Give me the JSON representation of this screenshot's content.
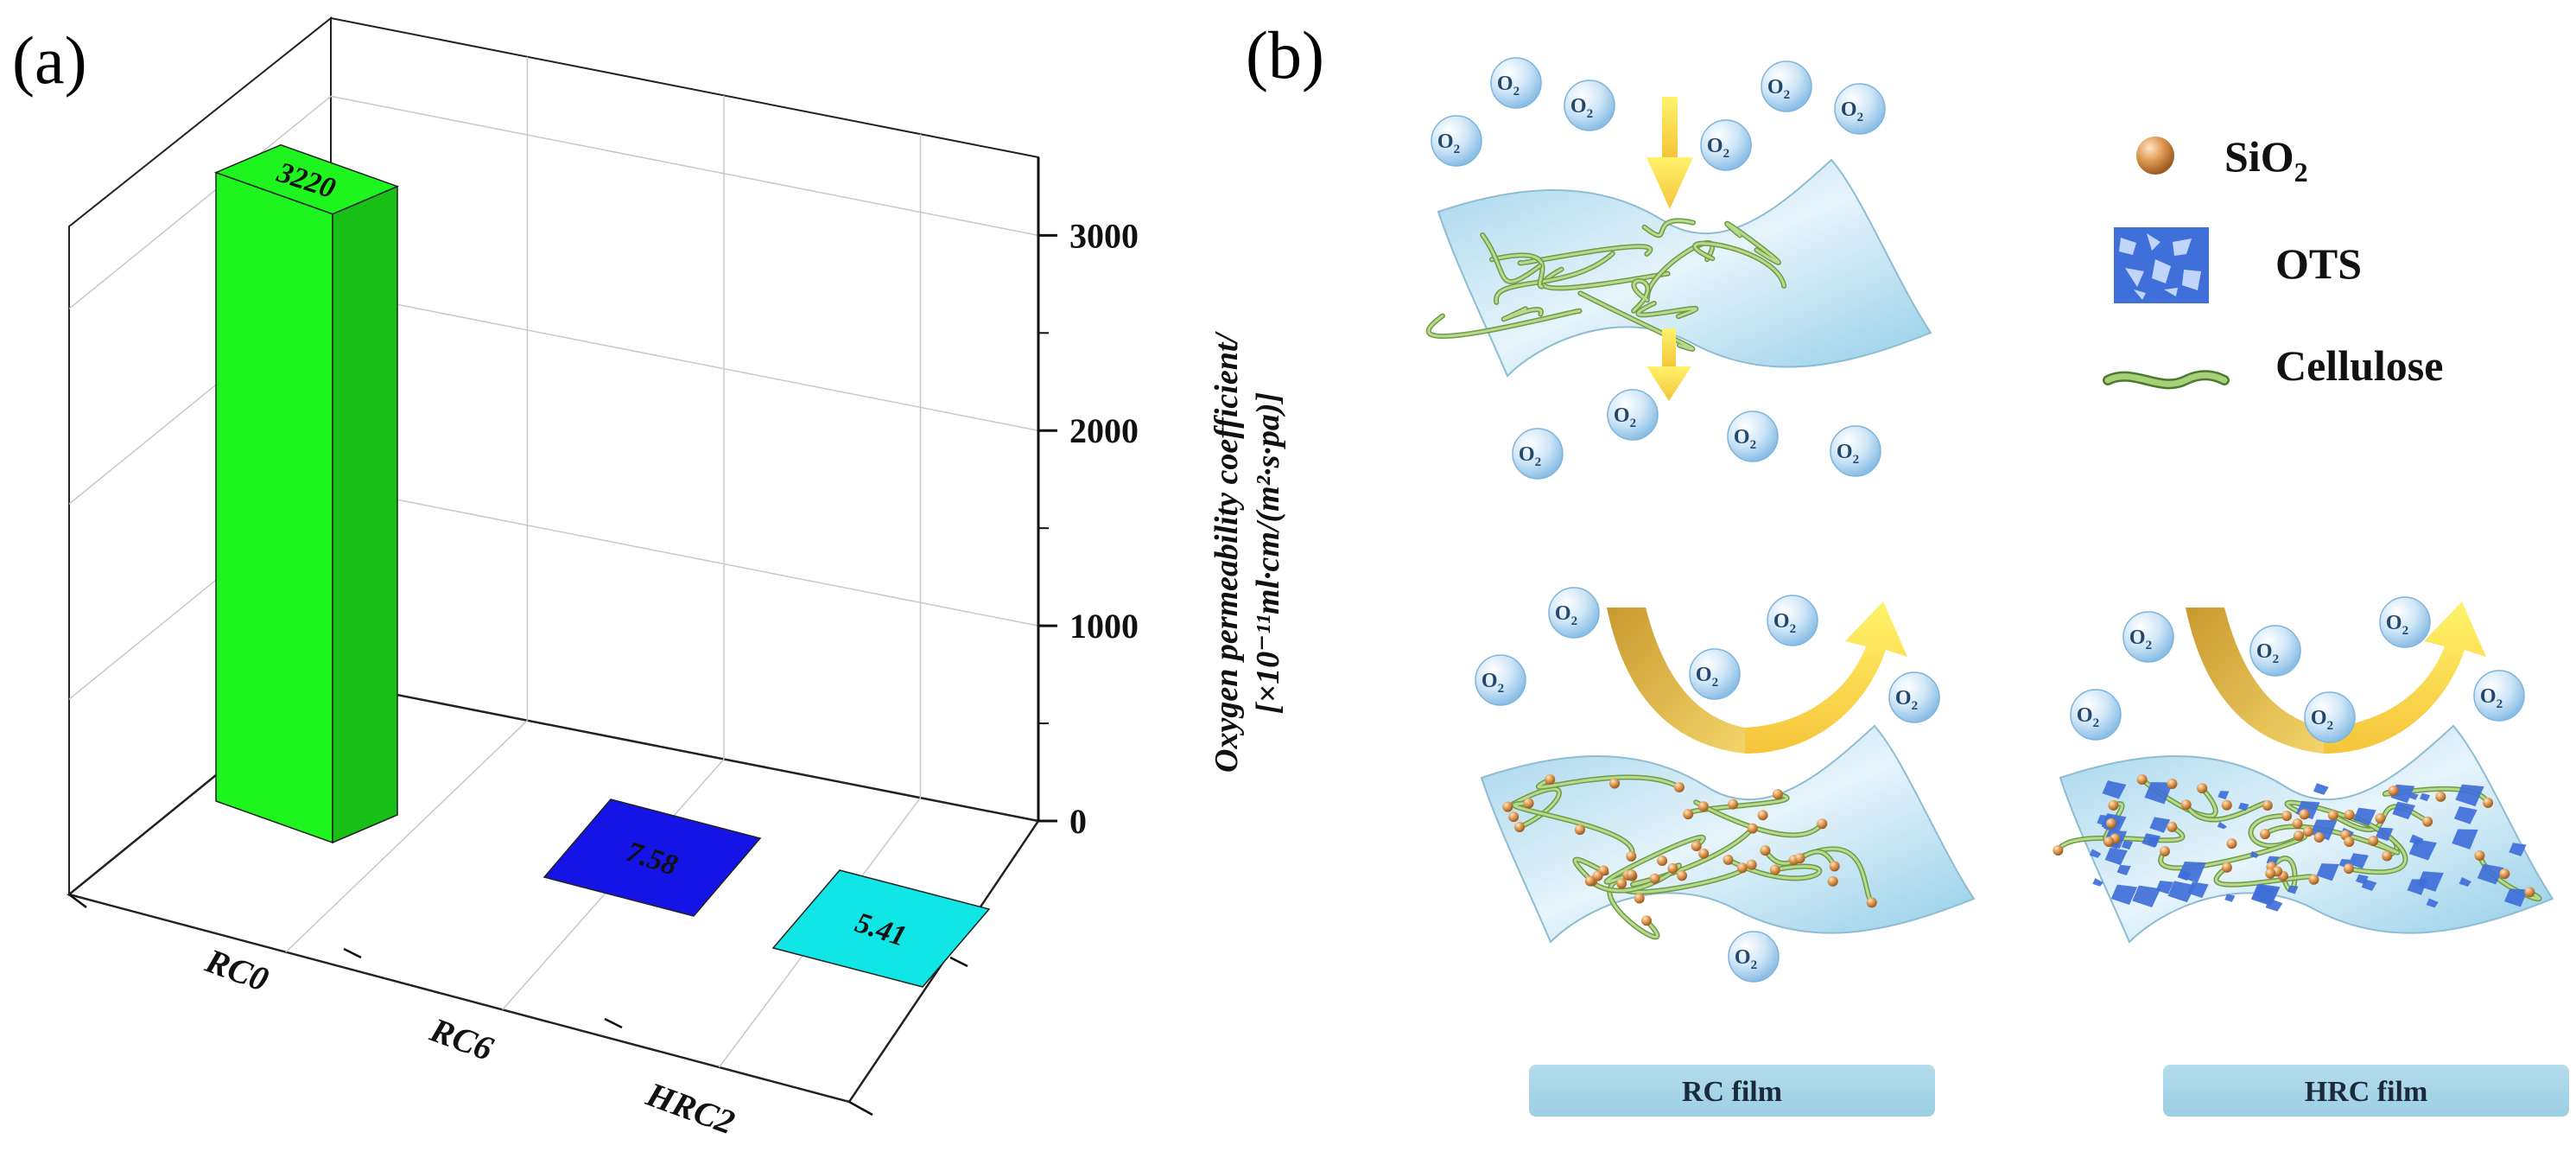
{
  "panels": {
    "a": "(a)",
    "b": "(b)"
  },
  "chart_data": {
    "type": "bar",
    "categories": [
      "RC0",
      "RC6",
      "HRC2"
    ],
    "values": [
      3220,
      7.58,
      5.41
    ],
    "value_labels": [
      "3220",
      "7.58",
      "5.41"
    ],
    "ylabel_line1": "Oxygen permeability coefficient/",
    "ylabel_line2": "[×10⁻¹¹ml·cm/(m²·s·pa)]",
    "ylim": [
      0,
      3400
    ],
    "yticks": [
      0,
      1000,
      2000,
      3000
    ],
    "colors": [
      "#1ef51e",
      "#1414e6",
      "#10e6e6"
    ],
    "grid": true
  },
  "legend": [
    {
      "icon": "sio2-particle-icon",
      "label": "SiO",
      "sub": "2"
    },
    {
      "icon": "ots-icon",
      "label": "OTS",
      "sub": ""
    },
    {
      "icon": "cellulose-fiber-icon",
      "label": "Cellulose",
      "sub": ""
    }
  ],
  "o2_label": {
    "main": "O",
    "sub": "2"
  },
  "films": {
    "rc": "RC film",
    "hrc": "HRC film"
  },
  "colors": {
    "o2_bubble": "#a9d2ef",
    "film": "#bfe3f2",
    "arrow_yellow": "#f8dc4a",
    "arrow_gold": "#e2b84a",
    "fiber": "#8dbc5f",
    "particle": "#c97a3a",
    "ots": "#3f6fd8"
  }
}
